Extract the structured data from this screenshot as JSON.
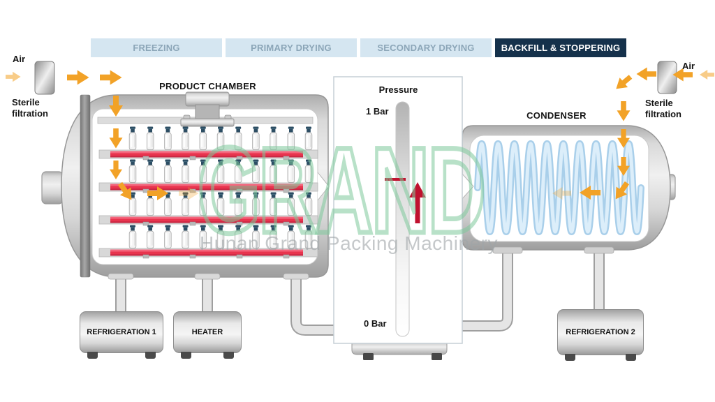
{
  "phases": {
    "tabs": [
      {
        "label": "FREEZING",
        "active": false
      },
      {
        "label": "PRIMARY DRYING",
        "active": false
      },
      {
        "label": "SECONDARY DRYING",
        "active": false
      },
      {
        "label": "BACKFILL & STOPPERING",
        "active": true
      }
    ]
  },
  "left_inlet": {
    "air": "Air",
    "filtration": "Sterile filtration"
  },
  "right_inlet": {
    "air": "Air",
    "filtration": "Sterile filtration"
  },
  "product_chamber": {
    "title": "PRODUCT CHAMBER",
    "shelf_rows": 4,
    "vials_per_row": 11
  },
  "pressure_gauge": {
    "title": "Pressure",
    "max_label": "1 Bar",
    "min_label": "0 Bar"
  },
  "condenser": {
    "title": "CONDENSER",
    "coil_turns": 10
  },
  "equipment": {
    "refrigeration1": "REFRIGERATION 1",
    "heater": "HEATER",
    "refrigeration2": "REFRIGERATION 2"
  },
  "watermark": {
    "logo": "GRAND",
    "text": "Hunan Grand Packing Machinery"
  },
  "colors": {
    "accent_orange": "#F2A227",
    "shelf_red": "#E8344E",
    "gauge_red": "#C0122F",
    "active_tab_navy": "#15314B",
    "inactive_tab_blue": "#D5E6F1",
    "tab_text": "#8CA6B8",
    "coil_blue": "#A9CFEA",
    "vial_cap_navy": "#2C4D63",
    "watermark_green": "#7DC698"
  }
}
